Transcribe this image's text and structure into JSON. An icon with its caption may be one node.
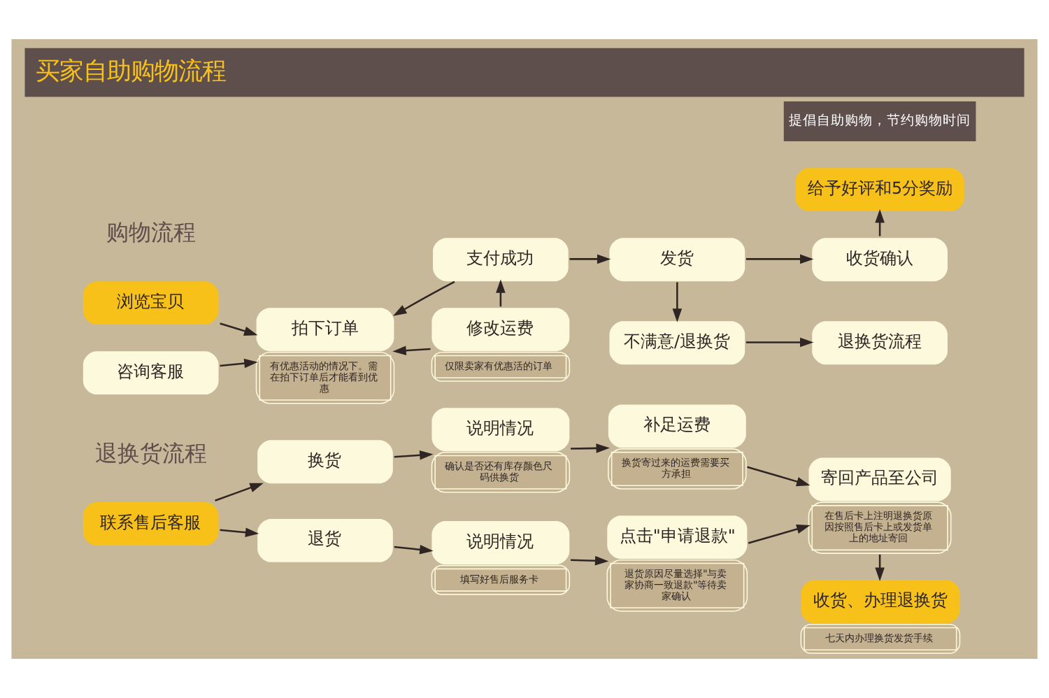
{
  "diagram": {
    "title": "买家自助购物流程",
    "nodes": [
      {
        "text": [
          "浏览宝贝"
        ]
      },
      {
        "text": [
          "拍下订单",
          "有优惠活动的情况下。需在拍下订单后才能看到优惠"
        ]
      },
      {
        "text": [
          "支付成功"
        ]
      },
      {
        "text": [
          "发货"
        ]
      },
      {
        "text": [
          "收货确认"
        ]
      },
      {
        "text": [
          "给予好评和5分奖励"
        ]
      },
      {
        "text": [
          "咨询客服"
        ]
      },
      {
        "text": [
          "修改运费",
          "仅限卖家有优惠活的订单"
        ]
      },
      {
        "text": [
          "不满意/退换货"
        ]
      },
      {
        "text": [
          "退换货流程"
        ]
      },
      {
        "text": [
          "联系售后客服"
        ]
      },
      {
        "text": [
          "换货"
        ]
      },
      {
        "text": [
          "说明情况",
          "确认是否还有库存颜色尺码供换货"
        ]
      },
      {
        "text": [
          "补足运费",
          "换货寄过来的运费需要买方承担"
        ]
      },
      {
        "text": [
          "寄回产品至公司",
          "在售后卡上注明退换货原因按照售后卡上或发货单上的地址寄回"
        ]
      },
      {
        "text": [
          "退货"
        ]
      },
      {
        "text": [
          "说明情况",
          "填写好售后服务卡"
        ]
      },
      {
        "text": [
          "点击\"申请退款\"",
          "退货原因尽量选择\"与卖家协商一致退款\"等待卖家确认"
        ]
      },
      {
        "text": [
          "收货、办理退换货",
          "七天内办理换货发货手续"
        ]
      }
    ],
    "edges": [
      {
        "from": 0,
        "to": 1,
        "arrow": "to"
      },
      {
        "from": 2,
        "to": 1,
        "arrow": "to"
      },
      {
        "from": 6,
        "to": 1,
        "arrow": "to"
      },
      {
        "from": 7,
        "to": 1,
        "arrow": "to"
      },
      {
        "from": 7,
        "to": 2,
        "arrow": "to"
      },
      {
        "from": 2,
        "to": 3,
        "arrow": "to"
      },
      {
        "from": 3,
        "to": 4,
        "arrow": "to"
      },
      {
        "from": 4,
        "to": 5,
        "arrow": "to"
      },
      {
        "from": 3,
        "to": 8,
        "arrow": "to"
      },
      {
        "from": 8,
        "to": 9,
        "arrow": "to"
      },
      {
        "from": 10,
        "to": 11,
        "arrow": "to"
      },
      {
        "from": 10,
        "to": 15,
        "arrow": "to"
      },
      {
        "from": 11,
        "to": 12,
        "arrow": "to"
      },
      {
        "from": 12,
        "to": 13,
        "arrow": "to"
      },
      {
        "from": 13,
        "to": 14,
        "arrow": "to"
      },
      {
        "from": 15,
        "to": 16,
        "arrow": "to"
      },
      {
        "from": 16,
        "to": 17,
        "arrow": "to"
      },
      {
        "from": 17,
        "to": 14,
        "arrow": "to"
      },
      {
        "from": 14,
        "to": 18,
        "arrow": "to"
      }
    ],
    "labels": [
      "提倡自助购物，节约购物时间",
      "购物流程",
      "退换货流程"
    ]
  }
}
